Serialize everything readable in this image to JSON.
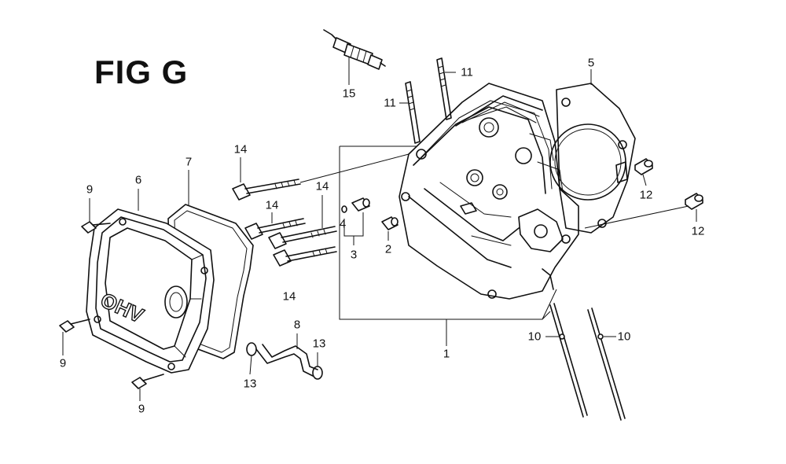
{
  "figure": {
    "title": "FIG G"
  },
  "callouts": [
    {
      "id": "c15",
      "text": "15"
    },
    {
      "id": "c11a",
      "text": "11"
    },
    {
      "id": "c11b",
      "text": "11"
    },
    {
      "id": "c5",
      "text": "5"
    },
    {
      "id": "c12a",
      "text": "12"
    },
    {
      "id": "c12b",
      "text": "12"
    },
    {
      "id": "c14a",
      "text": "14"
    },
    {
      "id": "c14b",
      "text": "14"
    },
    {
      "id": "c14c",
      "text": "14"
    },
    {
      "id": "c14d",
      "text": "14"
    },
    {
      "id": "c4",
      "text": "4"
    },
    {
      "id": "c3",
      "text": "3"
    },
    {
      "id": "c2",
      "text": "2"
    },
    {
      "id": "c9a",
      "text": "9"
    },
    {
      "id": "c6",
      "text": "6"
    },
    {
      "id": "c7",
      "text": "7"
    },
    {
      "id": "c9b",
      "text": "9"
    },
    {
      "id": "c9c",
      "text": "9"
    },
    {
      "id": "c8",
      "text": "8"
    },
    {
      "id": "c13a",
      "text": "13"
    },
    {
      "id": "c13b",
      "text": "13"
    },
    {
      "id": "c1",
      "text": "1"
    },
    {
      "id": "c10a",
      "text": "10"
    },
    {
      "id": "c10b",
      "text": "10"
    }
  ],
  "cover_lettering": "OHV"
}
